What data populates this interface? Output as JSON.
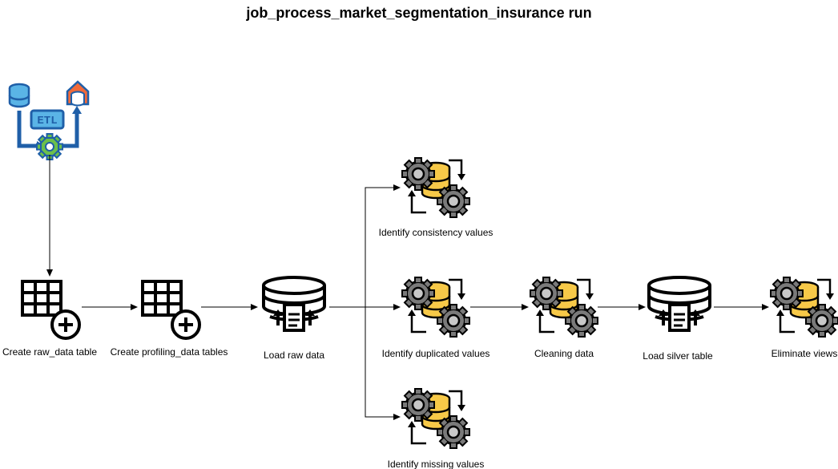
{
  "title": "job_process_market_segmentation_insurance run",
  "nodes": {
    "etl": {
      "text": "ETL",
      "icon": "etl-pipeline-icon"
    },
    "create_raw": {
      "label": "Create raw_data table",
      "icon": "table-add-icon"
    },
    "create_profiling": {
      "label": "Create profiling_data tables",
      "icon": "table-add-icon"
    },
    "load_raw": {
      "label": "Load raw data",
      "icon": "database-load-icon"
    },
    "consistency": {
      "label": "Identify consistency values",
      "icon": "database-gears-icon"
    },
    "duplicated": {
      "label": "Identify duplicated values",
      "icon": "database-gears-icon"
    },
    "missing": {
      "label": "Identify missing values",
      "icon": "database-gears-icon"
    },
    "cleaning": {
      "label": "Cleaning data",
      "icon": "database-gears-icon"
    },
    "load_silver": {
      "label": "Load silver table",
      "icon": "database-load-icon"
    },
    "eliminate": {
      "label": "Eliminate views",
      "icon": "database-gears-icon"
    }
  },
  "colors": {
    "etl_blue": "#1f5fa8",
    "etl_light_blue": "#5ab4e6",
    "etl_green": "#6cc04a",
    "etl_orange": "#f06a3a",
    "db_yellow": "#f7c948",
    "gear_gray": "#7a7a7a",
    "gear_light": "#c8c8c8"
  }
}
